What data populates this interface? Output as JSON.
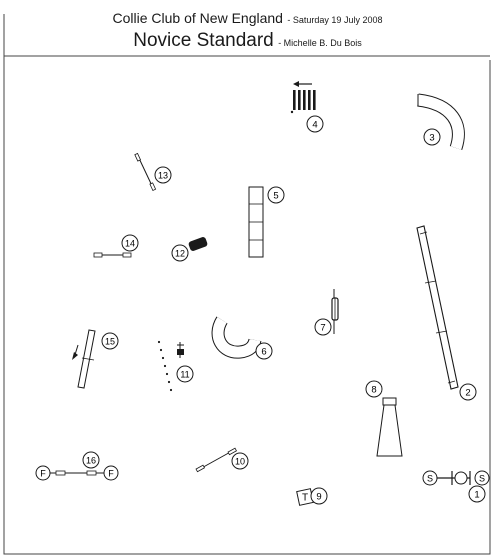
{
  "header": {
    "club": "Collie Club of New England",
    "date": "- Saturday 19 July 2008",
    "course": "Novice Standard",
    "judge": "- Michelle B. Du Bois"
  },
  "course_numbers": [
    "1",
    "2",
    "3",
    "4",
    "5",
    "6",
    "7",
    "8",
    "9",
    "10",
    "11",
    "12",
    "13",
    "14",
    "15",
    "16"
  ],
  "markers": {
    "start": "S",
    "finish": "F",
    "table": "T"
  },
  "colors": {
    "ink": "#1a1a1a",
    "paper": "#ffffff",
    "gray": "#9a9a9a"
  }
}
